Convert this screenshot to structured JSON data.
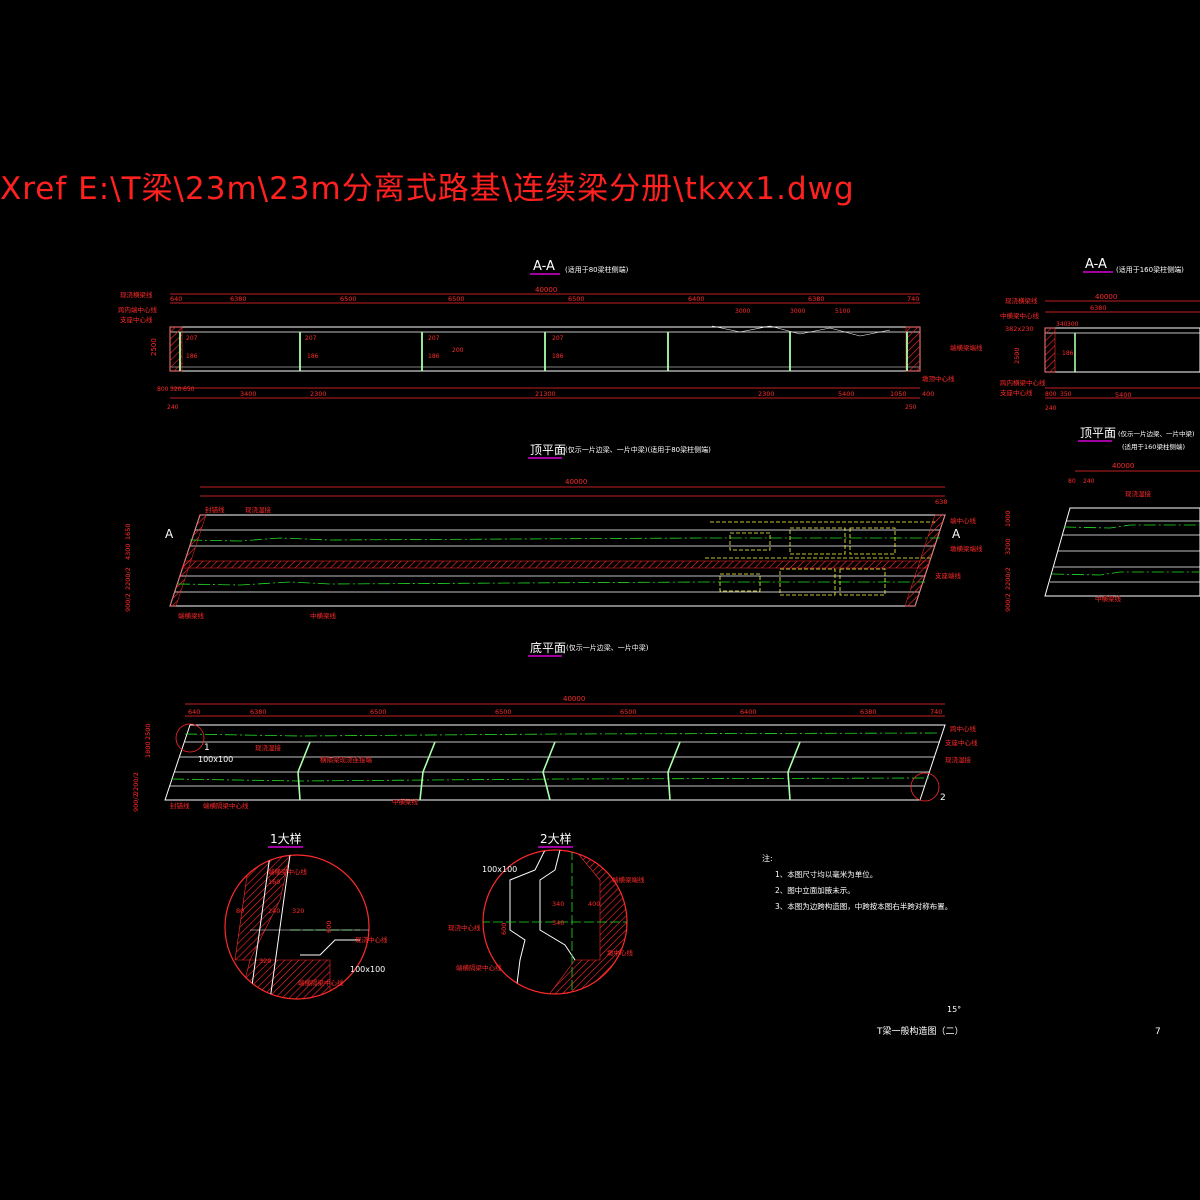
{
  "xref_path": "Xref E:\\T梁\\23m\\23m分离式路基\\连续梁分册\\tkxx1.dwg",
  "colors": {
    "background": "#000000",
    "dimension": "#ff2a2a",
    "beam_outline": "#ffffff",
    "hidden_line": "#ffff44",
    "center_line": "#22dd22",
    "title_underline": "#ff00ff"
  },
  "views": {
    "section_aa_left": {
      "title": "A-A",
      "subtitle": "(适用于80梁柱侧端)",
      "overall": "40000",
      "top_dims": [
        "640",
        "6380",
        "6500",
        "6500",
        "6500",
        "6400",
        "6380",
        "740"
      ],
      "inner_dims": [
        "3000",
        "3000",
        "5100"
      ],
      "bottom_dims": [
        "3400",
        "2300",
        "21300",
        "2300",
        "5400",
        "1050",
        "400"
      ],
      "height": "2500",
      "small_dims": [
        "207",
        "186",
        "207",
        "186",
        "207",
        "186",
        "207",
        "186",
        "200"
      ],
      "edge_dims": [
        "800",
        "320",
        "650",
        "240",
        "250"
      ],
      "labels": [
        "现浇横梁线",
        "跨内端中心线",
        "支座中心线",
        "端横梁端线",
        "墩顶中心线"
      ]
    },
    "section_aa_right": {
      "title": "A-A",
      "subtitle": "(适用于160梁柱侧端)",
      "overall": "40000",
      "dims": [
        "6380",
        "340",
        "300",
        "382x230",
        "2500",
        "186",
        "5400",
        "800",
        "350",
        "240"
      ],
      "labels": [
        "现浇横梁线",
        "中横梁中心线",
        "跨内横梁中心线",
        "支座中心线"
      ]
    },
    "top_plan_left": {
      "title": "顶平面",
      "subtitle": "(仅示一片边梁、一片中梁)(适用于80梁柱侧端)",
      "overall": "40000",
      "end_dim": "638",
      "side_dims": [
        "1650",
        "4300",
        "2200/2",
        "900/2"
      ],
      "section_mark": "A",
      "labels": [
        "封锚线",
        "现浇湿接",
        "端中心线",
        "墩横梁端线",
        "支座端线",
        "中横梁线",
        "端横梁线"
      ]
    },
    "top_plan_right": {
      "title": "顶平面",
      "subtitle": "(仅示一片边梁、一片中梁)",
      "subtitle2": "(适用于160梁柱侧端)",
      "overall": "40000",
      "dims": [
        "80",
        "240",
        "1000",
        "3200",
        "2200/2",
        "900/2"
      ],
      "labels": [
        "现浇湿接",
        "中横梁线"
      ]
    },
    "bottom_plan": {
      "title": "底平面",
      "subtitle": "(仅示一片边梁、一片中梁)",
      "overall": "40000",
      "top_dims": [
        "640",
        "6380",
        "6500",
        "6500",
        "6500",
        "6400",
        "6380",
        "740"
      ],
      "side_dims": [
        "1800",
        "2500",
        "2200/2",
        "900/2"
      ],
      "detail_marks": [
        "1",
        "2"
      ],
      "callout": "100x100",
      "labels": [
        "跨中心线",
        "支座中心线",
        "现浇湿接",
        "横隔梁现浇连接端",
        "中横梁线",
        "封锚线",
        "端横隔梁中心线",
        "现浇湿接"
      ]
    },
    "detail_1": {
      "title": "1大样",
      "dims": [
        "160",
        "240",
        "320",
        "80",
        "600",
        "320",
        "100x100"
      ],
      "labels": [
        "端横梁中心线",
        "现浇中心线",
        "端横隔梁中心线"
      ]
    },
    "detail_2": {
      "title": "2大样",
      "dims": [
        "100x100",
        "340",
        "400",
        "600",
        "340"
      ],
      "labels": [
        "端横梁端线",
        "现浇中心线",
        "端横隔梁中心线",
        "墩中心线"
      ]
    }
  },
  "notes": {
    "heading": "注:",
    "items": [
      "1、本图尺寸均以毫米为单位。",
      "2、图中立面加腋未示。",
      "3、本图为边跨构造图，中跨按本图右半跨对称布置。"
    ]
  },
  "title_block": {
    "angle": "15°",
    "drawing_title": "T梁一般构造图（二）",
    "sheet_number": "7"
  }
}
